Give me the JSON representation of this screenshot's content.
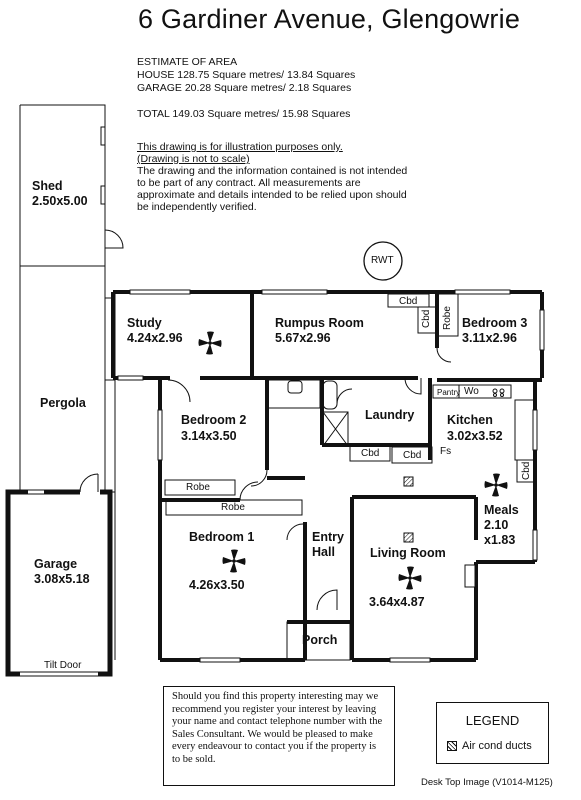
{
  "title": "6 Gardiner Avenue, Glengowrie",
  "estimate": {
    "heading": "ESTIMATE OF AREA",
    "house": "HOUSE  128.75 Square metres/  13.84 Squares",
    "garage": "GARAGE  20.28 Square metres/  2.18 Squares",
    "total": "TOTAL  149.03 Square metres/  15.98 Squares"
  },
  "disclaimer": {
    "line1": "This drawing is for illustration purposes only.",
    "line2": "(Drawing is not to scale)",
    "body": "The drawing and the information contained is not intended to be part of any contract.  All measurements are approximate and details intended to be relied upon should be independently verified."
  },
  "rooms": {
    "shed": {
      "name": "Shed",
      "dims": "2.50x5.00"
    },
    "pergola": {
      "name": "Pergola"
    },
    "garage": {
      "name": "Garage",
      "dims": "3.08x5.18"
    },
    "study": {
      "name": "Study",
      "dims": "4.24x2.96"
    },
    "rumpus": {
      "name": "Rumpus Room",
      "dims": "5.67x2.96"
    },
    "bedroom3": {
      "name": "Bedroom 3",
      "dims": "3.11x2.96"
    },
    "bedroom2": {
      "name": "Bedroom 2",
      "dims": "3.14x3.50"
    },
    "laundry": {
      "name": "Laundry"
    },
    "kitchen": {
      "name": "Kitchen",
      "dims": "3.02x3.52"
    },
    "meals": {
      "name": "Meals",
      "dims1": "2.10",
      "dims2": "x1.83"
    },
    "bedroom1": {
      "name": "Bedroom 1",
      "dims": "4.26x3.50"
    },
    "entry": {
      "name1": "Entry",
      "name2": "Hall"
    },
    "living": {
      "name": "Living Room",
      "dims": "3.64x4.87"
    },
    "porch": {
      "name": "Porch"
    }
  },
  "fixtures": {
    "rwt": "RWT",
    "cbd": "Cbd",
    "robe": "Robe",
    "pantry": "Pantry",
    "wo": "Wo",
    "fs": "Fs",
    "tilt_door": "Tilt Door"
  },
  "note": "Should you find this property interesting may we recommend you register your interest by leaving your name and contact telephone number with the Sales Consultant. We would be pleased to make every endeavour to contact you if the property is to be sold.",
  "legend": {
    "title": "LEGEND",
    "air_cond": "Air cond ducts"
  },
  "footer": "Desk Top Image  (V1014-M125)"
}
